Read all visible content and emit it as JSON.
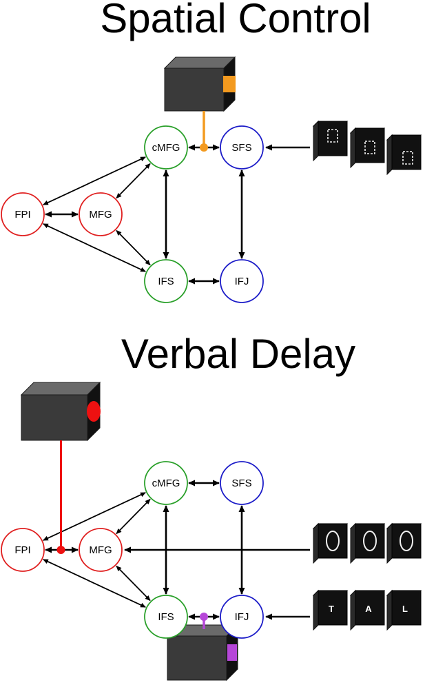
{
  "colors": {
    "frontopolar": "#e02020",
    "cognitive_control": "#2aa02a",
    "dorsal_attention": "#1c1cc8",
    "spatial_modulator": "#f39a1f",
    "frontopolar_modulator": "#ee1111",
    "verbal_modulator": "#b647d8",
    "box_dark": "#3a3a3a",
    "screen": "#111111"
  },
  "panels": [
    {
      "title": "Spatial Control",
      "nodes": [
        {
          "id": "FPI",
          "label": "FPI",
          "network": "frontopolar"
        },
        {
          "id": "MFG",
          "label": "MFG",
          "network": "frontopolar"
        },
        {
          "id": "cMFG",
          "label": "cMFG",
          "network": "cognitive_control"
        },
        {
          "id": "IFS",
          "label": "IFS",
          "network": "cognitive_control"
        },
        {
          "id": "SFS",
          "label": "SFS",
          "network": "dorsal_attention"
        },
        {
          "id": "IFJ",
          "label": "IFJ",
          "network": "dorsal_attention"
        }
      ],
      "modulators": [
        {
          "name": "spatial-modulator",
          "color": "spatial_modulator",
          "shape": "square",
          "on_edge": "cMFG-SFS"
        }
      ],
      "stimuli": [
        {
          "name": "spatial-squares-stimulus",
          "kind": "dotted-squares",
          "letters": [],
          "input_to": "SFS"
        }
      ]
    },
    {
      "title": "Verbal Delay",
      "nodes": [
        {
          "id": "FPI",
          "label": "FPI",
          "network": "frontopolar"
        },
        {
          "id": "MFG",
          "label": "MFG",
          "network": "frontopolar"
        },
        {
          "id": "cMFG",
          "label": "cMFG",
          "network": "cognitive_control"
        },
        {
          "id": "IFS",
          "label": "IFS",
          "network": "cognitive_control"
        },
        {
          "id": "SFS",
          "label": "SFS",
          "network": "dorsal_attention"
        },
        {
          "id": "IFJ",
          "label": "IFJ",
          "network": "dorsal_attention"
        }
      ],
      "modulators": [
        {
          "name": "frontopolar-modulator",
          "color": "frontopolar_modulator",
          "shape": "ellipse",
          "on_edge": "FPI-MFG"
        },
        {
          "name": "verbal-modulator",
          "color": "verbal_modulator",
          "shape": "rect",
          "on_edge": "IFS-IFJ"
        }
      ],
      "stimuli": [
        {
          "name": "circles-stimulus",
          "kind": "circles",
          "letters": [],
          "input_to": "MFG"
        },
        {
          "name": "letters-stimulus",
          "kind": "letters",
          "letters": [
            "T",
            "A",
            "L"
          ],
          "input_to": "IFJ"
        }
      ]
    }
  ],
  "edges": [
    "FPI-MFG",
    "FPI-cMFG",
    "FPI-IFS",
    "MFG-cMFG",
    "MFG-IFS",
    "cMFG-IFS",
    "cMFG-SFS",
    "SFS-IFJ",
    "IFS-IFJ"
  ]
}
